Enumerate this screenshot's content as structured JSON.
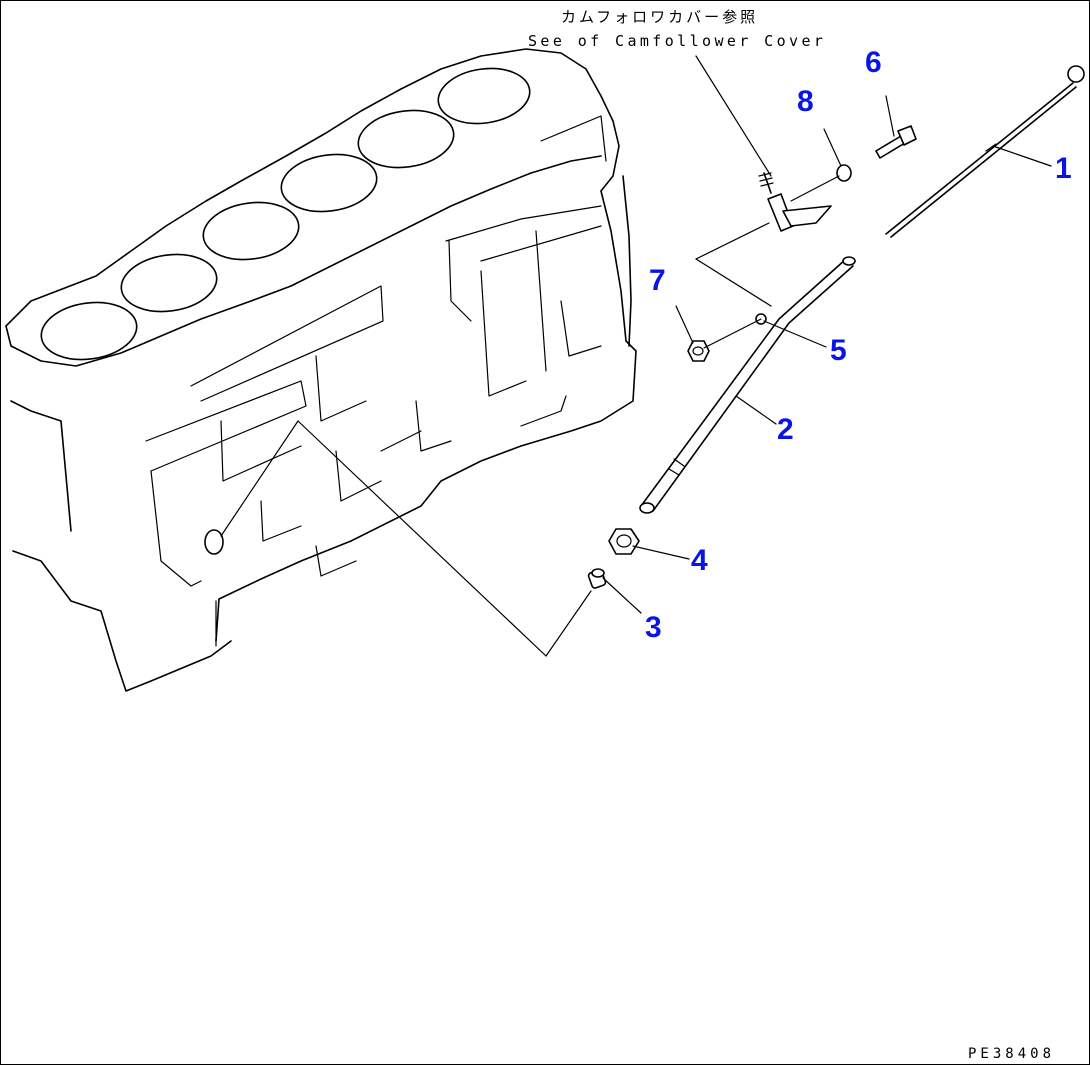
{
  "reference_note": {
    "japanese": "カムフォロワカバー参照",
    "english": "See of Camfollower Cover"
  },
  "callouts": [
    {
      "id": "callout-1",
      "label": "1"
    },
    {
      "id": "callout-2",
      "label": "2"
    },
    {
      "id": "callout-3",
      "label": "3"
    },
    {
      "id": "callout-4",
      "label": "4"
    },
    {
      "id": "callout-5",
      "label": "5"
    },
    {
      "id": "callout-6",
      "label": "6"
    },
    {
      "id": "callout-7",
      "label": "7"
    },
    {
      "id": "callout-8",
      "label": "8"
    }
  ],
  "drawing_code": "PE38408",
  "colors": {
    "callout": "#0a14e6",
    "line": "#000000",
    "background": "#ffffff"
  }
}
